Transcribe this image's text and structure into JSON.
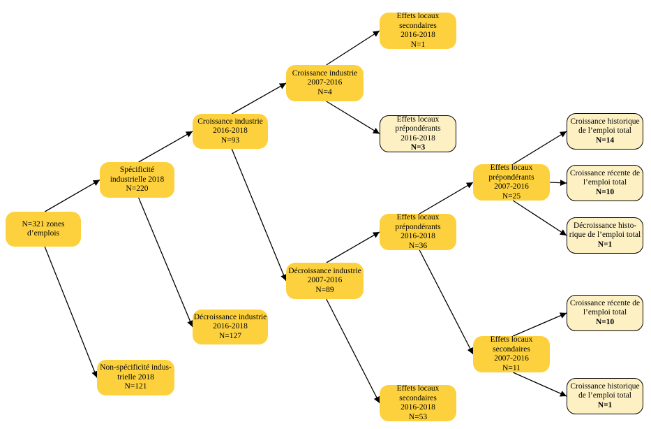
{
  "colors": {
    "node_fill": "#fdd13e",
    "leaf_fill": "#fdf1c4",
    "edge": "#000000"
  },
  "nodes": [
    {
      "id": "root",
      "style": "fill",
      "lines": [
        "N=321 zones",
        "d’emplois"
      ]
    },
    {
      "id": "spec",
      "style": "fill",
      "lines": [
        "Spécificité",
        "industrielle 2018",
        "N=220"
      ]
    },
    {
      "id": "nonspec",
      "style": "fill",
      "lines": [
        "Non-spécificité indus-",
        "trielle 2018",
        "N=121"
      ]
    },
    {
      "id": "croiss1618",
      "style": "fill",
      "lines": [
        "Croissance industrie",
        "2016-2018",
        "N=93"
      ]
    },
    {
      "id": "decr1618",
      "style": "fill",
      "lines": [
        "Décroissance industrie",
        "2016-2018",
        "N=127"
      ]
    },
    {
      "id": "croiss0716",
      "style": "fill",
      "lines": [
        "Croissance industrie",
        "2007-2016",
        "N=4"
      ]
    },
    {
      "id": "decr0716",
      "style": "fill",
      "lines": [
        "Décroissance industrie",
        "2007-2016",
        "N=89"
      ]
    },
    {
      "id": "els1",
      "style": "fill",
      "lines": [
        "Effets locaux",
        "secondaires",
        "2016-2018",
        "N=1"
      ]
    },
    {
      "id": "elp3",
      "style": "leaf",
      "lines": [
        "Effets locaux",
        "prépondérants",
        "2016-2018",
        "N=3"
      ],
      "bold_last": true
    },
    {
      "id": "elp36",
      "style": "fill",
      "lines": [
        "Effets locaux",
        "prépondérants",
        "2016-2018",
        "N=36"
      ]
    },
    {
      "id": "els53",
      "style": "fill",
      "lines": [
        "Effets locaux",
        "secondaires",
        "2016-2018",
        "N=53"
      ]
    },
    {
      "id": "elp25",
      "style": "fill",
      "lines": [
        "Effets locaux",
        "prépondérants",
        "2007-2016",
        "N=25"
      ]
    },
    {
      "id": "els11",
      "style": "fill",
      "lines": [
        "Effets locaux",
        "secondaires",
        "2007-2016",
        "N=11"
      ]
    },
    {
      "id": "ch14",
      "style": "leaf",
      "lines": [
        "Croissance historique",
        "de l’emploi total",
        "N=14"
      ],
      "bold_last": true
    },
    {
      "id": "cr10a",
      "style": "leaf",
      "lines": [
        "Croissance récente de",
        "l’emploi total",
        "N=10"
      ],
      "bold_last": true
    },
    {
      "id": "dh1",
      "style": "leaf",
      "lines": [
        "Décroissance histo-",
        "rique de l’emploi total",
        "N=1"
      ],
      "bold_last": true
    },
    {
      "id": "cr10b",
      "style": "leaf",
      "lines": [
        "Croissance récente de",
        "l’emploi total",
        "N=10"
      ],
      "bold_last": true
    },
    {
      "id": "ch1",
      "style": "leaf",
      "lines": [
        "Croissance historique",
        "de l’emploi total",
        "N=1"
      ],
      "bold_last": true
    }
  ],
  "edges": [
    [
      "root",
      "spec"
    ],
    [
      "root",
      "nonspec"
    ],
    [
      "spec",
      "croiss1618"
    ],
    [
      "spec",
      "decr1618"
    ],
    [
      "croiss1618",
      "croiss0716"
    ],
    [
      "croiss1618",
      "decr0716"
    ],
    [
      "croiss0716",
      "els1"
    ],
    [
      "croiss0716",
      "elp3"
    ],
    [
      "decr0716",
      "elp36"
    ],
    [
      "decr0716",
      "els53"
    ],
    [
      "elp36",
      "elp25"
    ],
    [
      "elp36",
      "els11"
    ],
    [
      "elp25",
      "ch14"
    ],
    [
      "elp25",
      "cr10a"
    ],
    [
      "elp25",
      "dh1"
    ],
    [
      "els11",
      "cr10b"
    ],
    [
      "els11",
      "ch1"
    ]
  ]
}
